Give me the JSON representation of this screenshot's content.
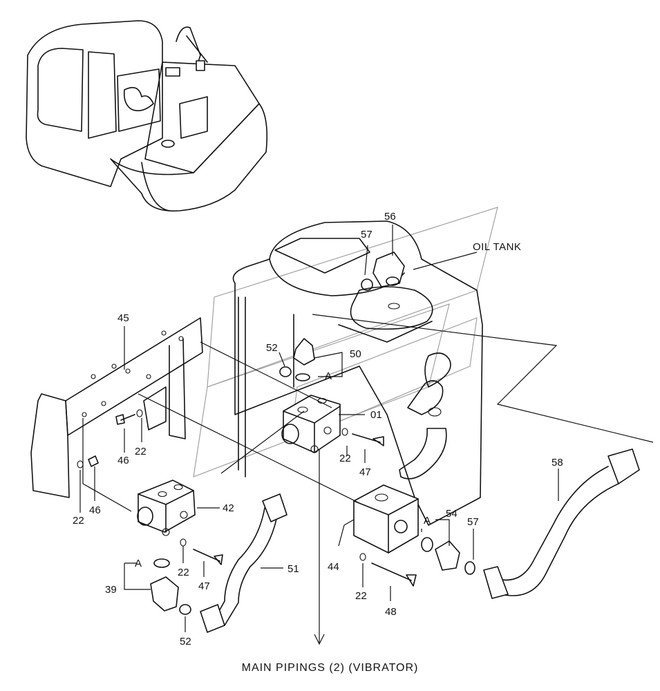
{
  "caption": "MAIN PIPINGS (2) (VIBRATOR)",
  "oil_tank_label": "OIL TANK",
  "callouts": {
    "p01": "01",
    "p22a": "22",
    "p22b": "22",
    "p22c": "22",
    "p22d": "22",
    "p22e": "22",
    "p39": "39",
    "p42": "42",
    "p44": "44",
    "p45": "45",
    "p46a": "46",
    "p46b": "46",
    "p47a": "47",
    "p47b": "47",
    "p48": "48",
    "p50": "50",
    "p51": "51",
    "p52a": "52",
    "p52b": "52",
    "p54": "54",
    "p56": "56",
    "p57a": "57",
    "p57b": "57",
    "p58": "58",
    "pAa": "A",
    "pAb": "A",
    "pAc": "A"
  }
}
